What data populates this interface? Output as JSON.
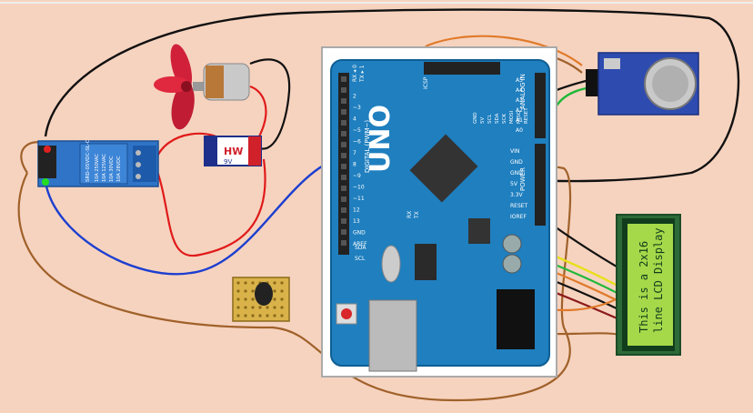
{
  "arduino": {
    "logo": "UNO",
    "digital_label": "DIGITAL (PWM~)",
    "tx_label": "TX",
    "rx_label": "RX",
    "tx_pin": "TX ▸ 1",
    "rx_pin": "RX ◂ 0",
    "icsp_label": "ICSP",
    "analog_label": "ANALOG IN",
    "power_label": "POWER",
    "left_pins": [
      "AREF",
      "GND",
      "13",
      "12",
      "~11",
      "~10",
      "~9",
      "8",
      "7",
      "~6",
      "~5",
      "4",
      "~3",
      "2"
    ],
    "bottom_left_labels": [
      "SDA",
      "SCL"
    ],
    "analog_pins": [
      "A5",
      "A4",
      "A3",
      "A2",
      "A1",
      "A0"
    ],
    "power_pins": [
      "VIN",
      "GND",
      "GND",
      "5V",
      "3.3V",
      "RESET",
      "IOREF"
    ],
    "top_header_labels": [
      "GND",
      "5V",
      "SCL",
      "SDA",
      "SCK",
      "MOSI",
      "MISO",
      "RESET"
    ]
  },
  "relay": {
    "model": "SRD-05VDC-SL-C",
    "spec_lines": [
      "10A 250VAC",
      "10A 125VAC",
      "10A 30VDC",
      "10A 28VDC"
    ]
  },
  "battery": {
    "brand": "HW",
    "voltage": "9V"
  },
  "lcd": {
    "line1": "This is a 2x16",
    "line2": "line LCD Display"
  },
  "colors": {
    "background": "#f6d3bf",
    "arduino_blue": "#1f7fbf",
    "lcd_green": "#a6d94a",
    "relay_blue": "#2f74c6",
    "fan_red": "#d1213a"
  }
}
